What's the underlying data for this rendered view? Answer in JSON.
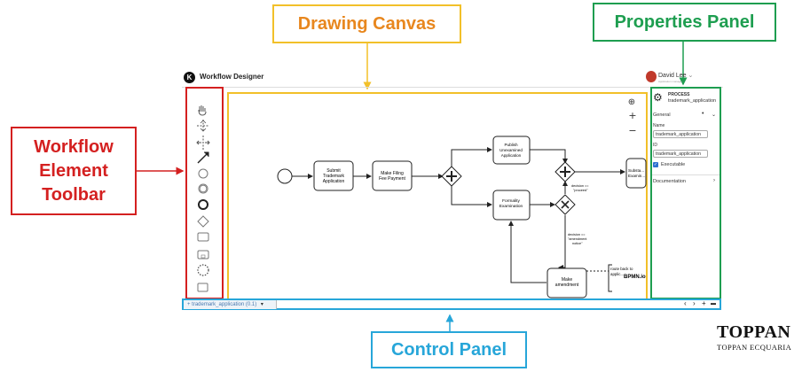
{
  "callouts": {
    "drawing_canvas": "Drawing Canvas",
    "properties_panel": "Properties Panel",
    "toolbar_line1": "Workflow",
    "toolbar_line2": "Element",
    "toolbar_line3": "Toolbar",
    "control_panel": "Control Panel"
  },
  "app": {
    "title": "Workflow Designer",
    "logo_letter": "K",
    "user_name": "David Lee",
    "user_role": "Application manager"
  },
  "toolbar": {
    "tools": [
      "hand-tool-icon",
      "lasso-tool-icon",
      "space-tool-icon",
      "connect-tool-icon",
      "start-event-icon",
      "intermediate-event-icon",
      "end-event-icon",
      "gateway-icon",
      "task-icon",
      "subprocess-icon",
      "group-icon",
      "data-object-icon"
    ]
  },
  "diagram": {
    "tasks": {
      "submit": [
        "Submit",
        "Trademark",
        "Application"
      ],
      "fee": [
        "Make Filing",
        "Fee Payment"
      ],
      "publish": [
        "Publish",
        "Unexamined",
        "Application"
      ],
      "formality": [
        "Formality",
        "Examination"
      ],
      "amend": [
        "Make",
        "amendment"
      ],
      "subst": [
        "Substa...",
        "Examin..."
      ]
    },
    "labels": {
      "decision_proceed": [
        "decision ==",
        "\"proceed\""
      ],
      "decision_amend": [
        "decision ==",
        "\"amendment",
        "notice\""
      ],
      "annotation": [
        "route back to",
        "applic..."
      ],
      "bpmn_mark": "BPMN.io"
    },
    "canvas_controls": [
      "⊕",
      "+",
      "−"
    ]
  },
  "properties": {
    "header_type": "PROCESS",
    "header_name": "trademark_application",
    "section_general": "General",
    "name_label": "Name",
    "name_value": "trademark_application",
    "id_label": "ID",
    "id_value": "trademark_application",
    "executable_label": "Executable",
    "executable_checked": true,
    "section_documentation": "Documentation"
  },
  "control": {
    "tab_label": "+ trademark_application (0.1)",
    "tab_caret": "▾",
    "buttons": [
      "‹",
      "›",
      "+",
      "▬"
    ]
  },
  "brand": {
    "name": "TOPPAN",
    "sub": "TOPPAN ECQUARIA"
  },
  "colors": {
    "canvas": "#f2c029",
    "canvas_text": "#e8871e",
    "properties": "#1e9e50",
    "toolbar": "#d42020",
    "control": "#27a6d9"
  }
}
